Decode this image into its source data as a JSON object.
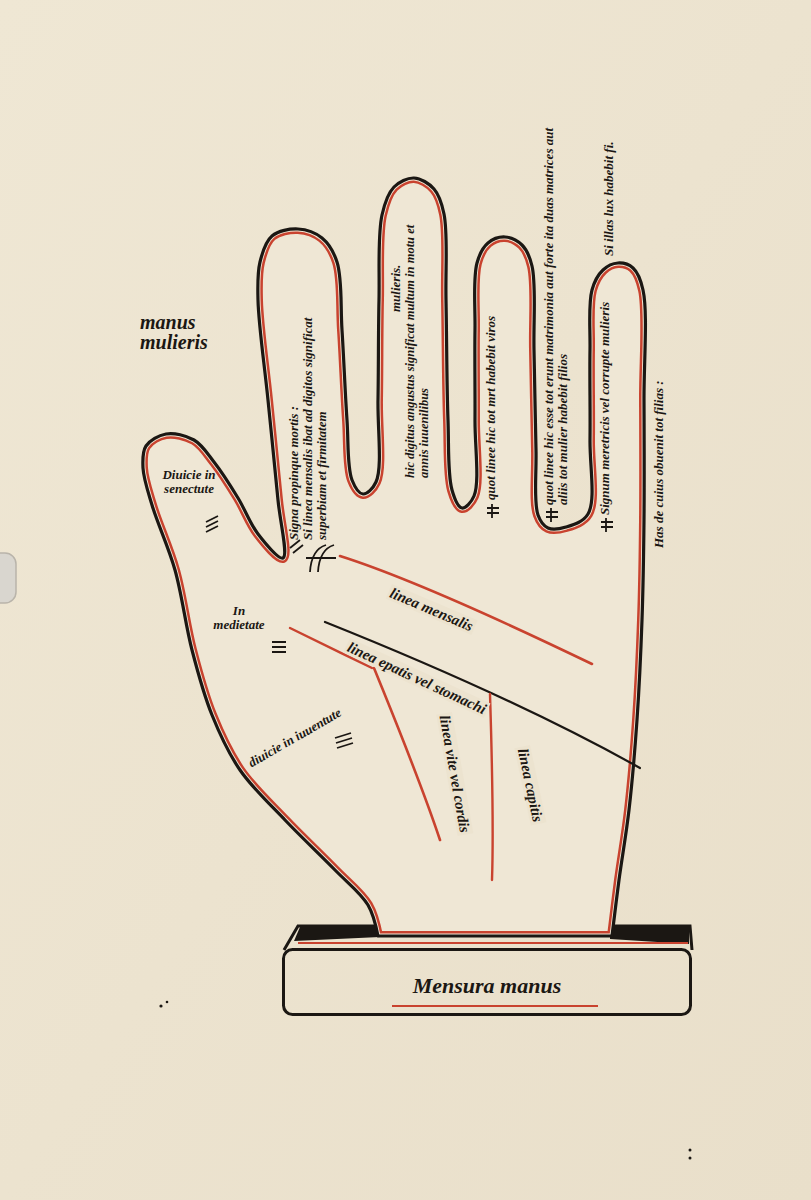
{
  "diagram": {
    "nodes": [
      {
        "text": [
          "Signa propinque mortis :",
          "Si linea mensalis ibat ad digitos significat superbiam et firmitatem",
          "mulieris.",
          "hic digitus angustus significat multum in motu et annis iuuenilibus",
          "quot linee hic tot mrt habebit viros",
          "Signum meretricis vel corrupte mulieris",
          "Diuicie in senectute",
          "In medietate",
          "diuicie in iuuentute",
          "linea mensalis",
          "linea epatis vel stomachi",
          "linea vite vel cordis",
          "linea capitis"
        ]
      },
      {
        "text": [
          "Mensura manus"
        ]
      }
    ],
    "labels": [
      "manus mulieris",
      "quot linee hic esse tot erunt matrimonia aut forte ita duas matrices aut aliis tot mulier habebit filios",
      "Si illas lux habebit fi.",
      "Has de cuius obuenit tot filias :"
    ]
  }
}
